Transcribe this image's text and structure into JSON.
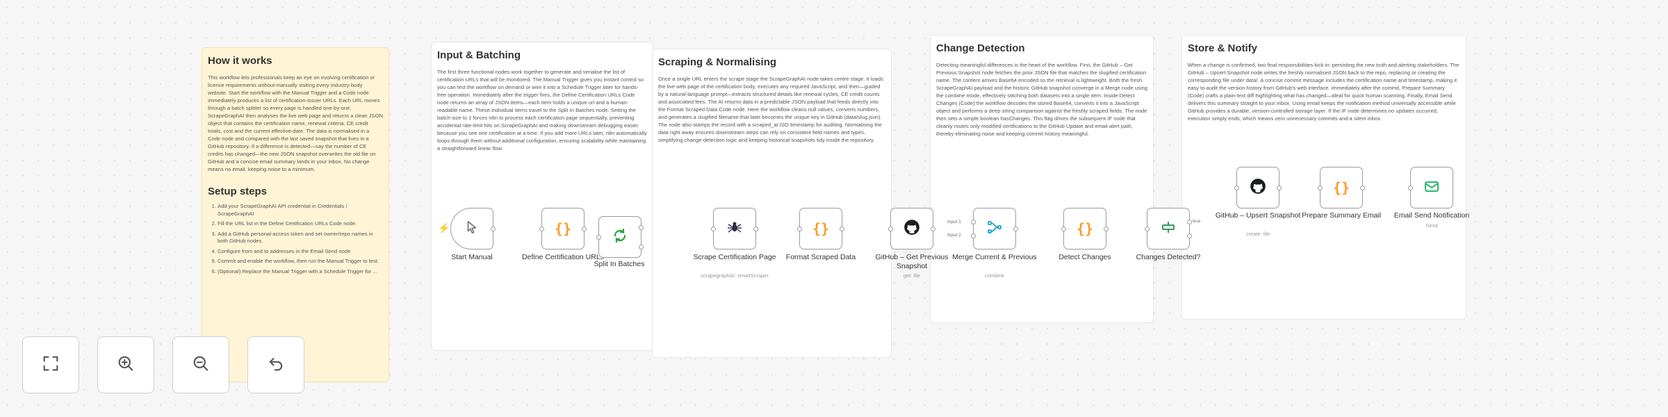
{
  "notes": {
    "how_it_works": {
      "title": "How it works",
      "body": "This workflow lets professionals keep an eye on evolving certification or licence requirements without manually visiting every industry-body website. Start the workflow with the Manual Trigger and a Code node immediately produces a list of certification-issuer URLs. Each URL moves through a batch splitter so every page is handled one-by-one. ScrapeGraphAI then analyses the live web page and returns a clean JSON object that contains the certification name, renewal criteria, CE credit totals, cost and the current effective-date. The data is normalised in a Code node and compared with the last saved snapshot that lives in a GitHub repository. If a difference is detected—say the number of CE credits has changed—the new JSON snapshot overwrites the old file on GitHub and a concise email summary lands in your inbox. No change means no email, keeping noise to a minimum."
    },
    "setup": {
      "title": "Setup steps",
      "steps": [
        "Add your ScrapeGraphAI API credential in Credentials / ScrapeGraphAI",
        "Fill the URL list in the Define Certification URLs Code node.",
        "Add a GitHub personal-access token and set owner/repo names in both GitHub nodes.",
        "Configure from and to addresses in the Email Send node",
        "Commit and enable the workflow, then run the Manual Trigger to test.",
        "(Optional) Replace the Manual Trigger with a Schedule Trigger for ..."
      ]
    },
    "input": {
      "title": "Input & Batching",
      "body": "The first three functional nodes work together to generate and serialise the list of certification URLs that will be monitored. The Manual Trigger gives you instant control so you can test the workflow on demand or wire it into a Schedule Trigger later for hands-free operation. Immediately after the trigger fires, the Define Certification URLs Code node returns an array of JSON items—each item holds a unique url and a human-readable name. These individual items travel to the Split In Batches node. Setting the batch-size to 1 forces n8n to process each certification page sequentially, preventing accidental rate-limit hits on ScrapeGraphAI and making downstream debugging easier because you see one certification at a time. If you add more URLs later, n8n automatically loops through them without additional configuration, ensuring scalability while maintaining a straightforward linear flow."
    },
    "scraping": {
      "title": "Scraping & Normalising",
      "body": "Once a single URL enters the scrape stage the ScrapeGraphAI node takes centre stage. It loads the live web page of the certification body, executes any required JavaScript, and then—guided by a natural-language prompt—extracts structured details like renewal cycles, CE credit counts and associated fees. The AI returns data in a predictable JSON payload that feeds directly into the Format Scraped Data Code node. Here the workflow cleans null values, converts numbers, and generates a slugified filename that later becomes the unique key in GitHub (data/slug.json). The node also stamps the record with a scraped_at ISO timestamp for auditing. Normalising the data right away ensures downstream steps can rely on consistent field names and types, simplifying change-detection logic and keeping historical snapshots tidy inside the repository."
    },
    "change": {
      "title": "Change Detection",
      "body": "Detecting meaningful differences is the heart of the workflow. First, the GitHub – Get Previous Snapshot node fetches the prior JSON file that matches the slugified certification name. The content arrives Base64 encoded so the retrieval is lightweight. Both the fresh ScrapeGraphAI payload and the historic GitHub snapshot converge in a Merge node using the combine mode, effectively stitching both datasets into a single item. Inside Detect Changes (Code) the workflow decodes the stored Base64, converts it into a JavaScript object and performs a deep string comparison against the freshly scraped fields. The node then sets a simple boolean hasChanges. This flag drives the subsequent IF node that cleanly routes only modified certifications to the GitHub Update and email-alert path, thereby eliminating noise and keeping commit history meaningful."
    },
    "store": {
      "title": "Store & Notify",
      "body": "When a change is confirmed, two final responsibilities kick in: persisting the new truth and alerting stakeholders. The GitHub – Upsert Snapshot node writes the freshly normalised JSON back to the repo, replacing or creating the corresponding file under data/. A concise commit message includes the certification name and timestamp, making it easy to audit the version history from GitHub's web interface. Immediately after the commit, Prepare Summary (Code) crafts a plain-text diff highlighting what has changed—ideal for quick human scanning. Finally, Email Send delivers this summary straight to your inbox. Using email keeps the notification method universally accessible while GitHub provides a durable, version-controlled storage layer. If the IF node determines no updates occurred, execution simply ends, which means zero unnecessary commits and a silent inbox."
    }
  },
  "nodes": {
    "manual": {
      "label": "Start Manual",
      "icon": "pointer-icon"
    },
    "define_urls": {
      "label": "Define Certification URLs",
      "icon": "code-braces-icon"
    },
    "split": {
      "label": "Split In Batches",
      "icon": "loop-icon"
    },
    "scrape": {
      "label": "Scrape Certification Page",
      "sub": "scrapegraphAI: smartScraper",
      "icon": "spider-icon"
    },
    "format": {
      "label": "Format Scraped Data",
      "icon": "code-braces-icon"
    },
    "gh_get": {
      "label": "GitHub – Get Previous Snapshot",
      "sub": "get: file",
      "icon": "github-icon"
    },
    "merge": {
      "label": "Merge Current & Previous",
      "sub": "combine",
      "icon": "merge-icon"
    },
    "detect": {
      "label": "Detect Changes",
      "icon": "code-braces-icon"
    },
    "if": {
      "label": "Changes Detected?",
      "icon": "if-icon"
    },
    "gh_upsert": {
      "label": "GitHub – Upsert Snapshot",
      "sub": "create: file",
      "icon": "github-icon"
    },
    "summary": {
      "label": "Prepare Summary Email",
      "icon": "code-braces-icon"
    },
    "email": {
      "label": "Email Send Notification",
      "sub": "Send",
      "icon": "mail-icon"
    }
  },
  "edge_labels": {
    "input1": "Input 1",
    "input2": "Input 2",
    "true": "true"
  },
  "controls": [
    "fit-view-icon",
    "zoom-in-icon",
    "zoom-out-icon",
    "undo-icon"
  ],
  "colors": {
    "trigger_bolt": "#ff6d5a",
    "code": "#ff9922",
    "split": "#24a148",
    "email": "#2bb673",
    "if": "#2f9e58",
    "merge": "#1f9fd6"
  }
}
